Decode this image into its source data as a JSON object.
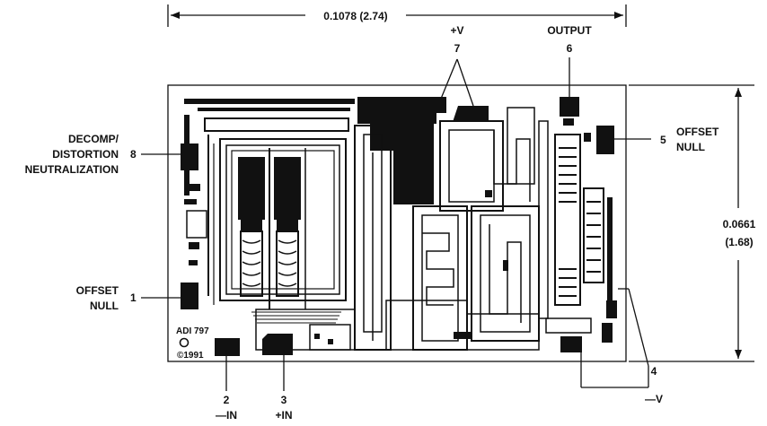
{
  "dimensions": {
    "width_label": "0.1078 (2.74)",
    "height_label_top": "0.0661",
    "height_label_bottom": "(1.68)"
  },
  "pins": {
    "p1": {
      "number": "1",
      "lines": [
        "OFFSET",
        "NULL"
      ]
    },
    "p2": {
      "number": "2",
      "name": "—IN"
    },
    "p3": {
      "number": "3",
      "name": "+IN"
    },
    "p4": {
      "number": "4",
      "name": "—V"
    },
    "p5": {
      "number": "5",
      "lines": [
        "OFFSET",
        "NULL"
      ]
    },
    "p6": {
      "number": "6",
      "name": "OUTPUT"
    },
    "p7": {
      "number": "7",
      "name": "+V"
    },
    "p8": {
      "number": "8",
      "lines": [
        "DECOMP/",
        "DISTORTION",
        "NEUTRALIZATION"
      ]
    }
  },
  "die_marking": {
    "line1": "ADI 797",
    "line2": "©1991"
  },
  "colors": {
    "ink": "#111111",
    "paper": "#ffffff"
  }
}
